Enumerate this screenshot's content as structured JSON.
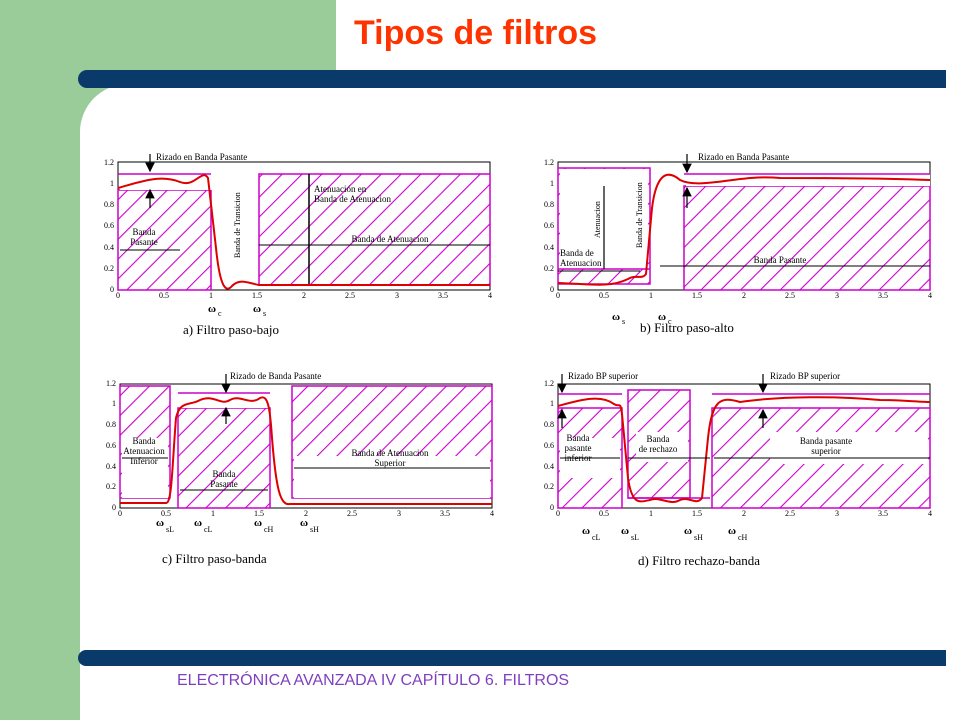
{
  "title": "Tipos de filtros",
  "footer": "ELECTRÓNICA AVANZADA IV CAPÍTULO 6. FILTROS",
  "colors": {
    "green": "#99cc99",
    "navy": "#0a3a6a",
    "title": "#ff3300",
    "footer": "#7f3fbf",
    "hatch": "#cc00cc",
    "curve": "#dd0000"
  },
  "panels": {
    "a": {
      "caption": "a) Filtro paso-bajo",
      "label_ripple": "Rizado en Banda Pasante",
      "label_atten_1": "Atenuación en",
      "label_atten_2": "Banda de Atenuacion",
      "label_transition": "Banda de Transicion",
      "label_pass_1": "Banda",
      "label_pass_2": "Pasante",
      "label_stop": "Banda de Atenuacion",
      "omega_c": "c",
      "omega_s": "s"
    },
    "b": {
      "caption": "b) Filtro paso-alto",
      "label_ripple": "Rizado en Banda Pasante",
      "label_atten": "Atenuacion",
      "label_transition": "Banda de Transicion",
      "label_stop_1": "Banda de",
      "label_stop_2": "Atenuacion",
      "label_pass": "Banda Pasante",
      "omega_s": "s",
      "omega_c": "c"
    },
    "c": {
      "caption": "c) Filtro paso-banda",
      "label_ripple": "Rizado de Banda Pasante",
      "label_lower_1": "Banda",
      "label_lower_2": "Atenuacion",
      "label_lower_3": "Inferior",
      "label_pass_1": "Banda",
      "label_pass_2": "Pasante",
      "label_upper_1": "Banda de Atenuacion",
      "label_upper_2": "Superior",
      "omega_sL": "sL",
      "omega_cL": "cL",
      "omega_cH": "cH",
      "omega_sH": "sH"
    },
    "d": {
      "caption": "d) Filtro rechazo-banda",
      "label_ripple_l": "Rizado BP superior",
      "label_ripple_r": "Rizado BP superior",
      "label_lower_1": "Banda",
      "label_lower_2": "pasante",
      "label_lower_3": "inferior",
      "label_reject_1": "Banda",
      "label_reject_2": "de rechazo",
      "label_upper_1": "Banda pasante",
      "label_upper_2": "superior",
      "omega_cL": "cL",
      "omega_sL": "sL",
      "omega_sH": "sH",
      "omega_cH": "cH"
    }
  },
  "y_ticks": [
    "0",
    "0.2",
    "0.4",
    "0.6",
    "0.8",
    "1",
    "1.2"
  ],
  "x_ticks": [
    "0",
    "0.5",
    "1",
    "1.5",
    "2",
    "2.5",
    "3",
    "3.5",
    "4"
  ]
}
